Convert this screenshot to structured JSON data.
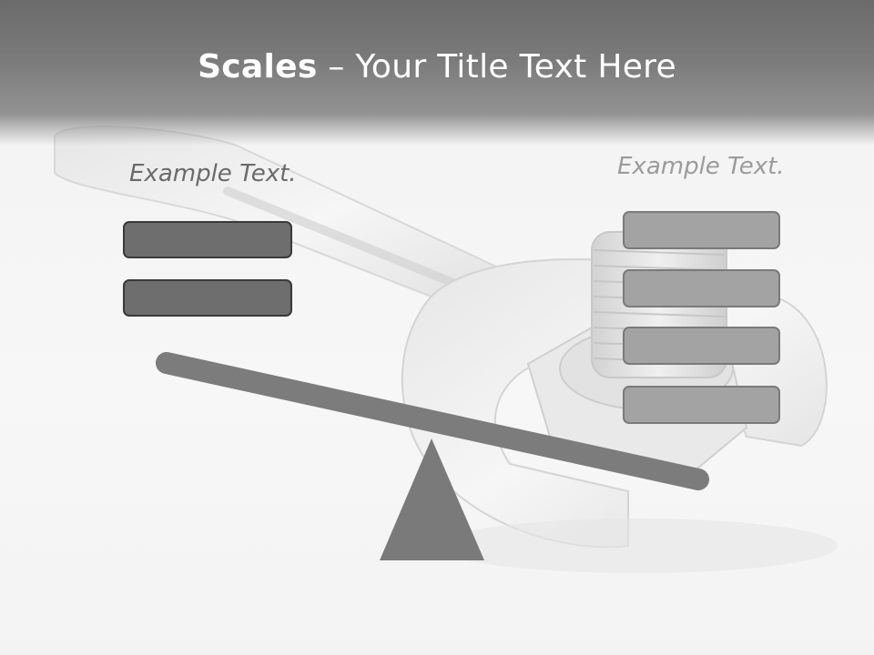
{
  "slide": {
    "title_bold": "Scales",
    "title_rest": " – Your Title Text Here",
    "left_label": "Example Text.",
    "right_label": "Example Text."
  },
  "left_pan": {
    "items": [
      "",
      ""
    ]
  },
  "right_pan": {
    "items": [
      "",
      "",
      "",
      ""
    ]
  },
  "colors": {
    "header": "#7a7a7a",
    "beam": "#7c7c7c",
    "fulcrum": "#7a7a7a",
    "dark_box": "#6e6e6e",
    "light_box": "#a3a3a3"
  },
  "icons": {
    "background": "wrench-and-bolt-illustration",
    "fulcrum": "triangle-fulcrum-icon",
    "beam": "balance-beam"
  }
}
